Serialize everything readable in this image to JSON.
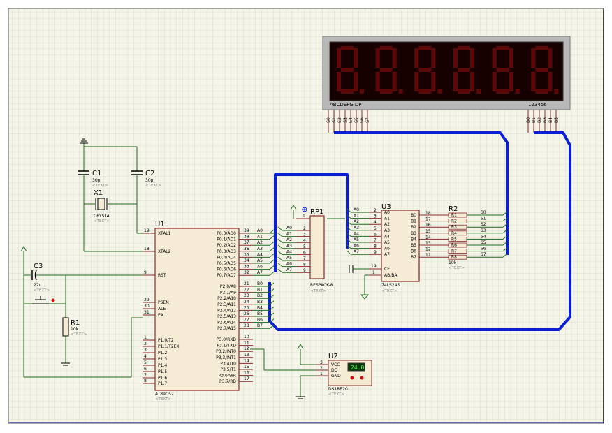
{
  "display": {
    "segment_labels": "ABCDEFG  DP",
    "digit_labels": "123456",
    "digit_glyph": "8.",
    "digit_count": 6,
    "seg_pins": [
      "S0",
      "S1",
      "S2",
      "S3",
      "S4",
      "S5",
      "S6",
      "S7"
    ],
    "digit_pins": [
      "B0",
      "B1",
      "B2",
      "B3",
      "B4",
      "B5"
    ]
  },
  "mcu": {
    "ref": "U1",
    "part": "AT89C52",
    "text": "<TEXT>",
    "left_pins": [
      {
        "num": "19",
        "name": "XTAL1"
      },
      {
        "num": "18",
        "name": "XTAL2"
      },
      {
        "num": "9",
        "name": "RST"
      },
      {
        "num": "29",
        "name": "PSEN"
      },
      {
        "num": "30",
        "name": "ALE"
      },
      {
        "num": "31",
        "name": "EA"
      },
      {
        "num": "1",
        "name": "P1.0/T2"
      },
      {
        "num": "2",
        "name": "P1.1/T2EX"
      },
      {
        "num": "3",
        "name": "P1.2"
      },
      {
        "num": "4",
        "name": "P1.3"
      },
      {
        "num": "5",
        "name": "P1.4"
      },
      {
        "num": "6",
        "name": "P1.5"
      },
      {
        "num": "7",
        "name": "P1.6"
      },
      {
        "num": "8",
        "name": "P1.7"
      }
    ],
    "p0_pins": [
      {
        "num": "39",
        "name": "P0.0/AD0",
        "net": "A0"
      },
      {
        "num": "38",
        "name": "P0.1/AD1",
        "net": "A1"
      },
      {
        "num": "37",
        "name": "P0.2/AD2",
        "net": "A2"
      },
      {
        "num": "36",
        "name": "P0.3/AD3",
        "net": "A3"
      },
      {
        "num": "35",
        "name": "P0.4/AD4",
        "net": "A4"
      },
      {
        "num": "34",
        "name": "P0.5/AD5",
        "net": "A5"
      },
      {
        "num": "33",
        "name": "P0.6/AD6",
        "net": "A6"
      },
      {
        "num": "32",
        "name": "P0.7/AD7",
        "net": "A7"
      }
    ],
    "p2_pins": [
      {
        "num": "21",
        "name": "P2.0/A8",
        "net": "B0"
      },
      {
        "num": "22",
        "name": "P2.1/A9",
        "net": "B1"
      },
      {
        "num": "23",
        "name": "P2.2/A10",
        "net": "B2"
      },
      {
        "num": "24",
        "name": "P2.3/A11",
        "net": "B3"
      },
      {
        "num": "25",
        "name": "P2.4/A12",
        "net": "B4"
      },
      {
        "num": "26",
        "name": "P2.5/A13",
        "net": "B5"
      },
      {
        "num": "27",
        "name": "P2.6/A14",
        "net": "B6"
      },
      {
        "num": "28",
        "name": "P2.7/A15",
        "net": "B7"
      }
    ],
    "p3_pins": [
      {
        "num": "10",
        "name": "P3.0/RXD"
      },
      {
        "num": "11",
        "name": "P3.1/TXD"
      },
      {
        "num": "12",
        "name": "P3.2/INT0"
      },
      {
        "num": "13",
        "name": "P3.3/INT1"
      },
      {
        "num": "14",
        "name": "P3.4/T0"
      },
      {
        "num": "15",
        "name": "P3.5/T1"
      },
      {
        "num": "16",
        "name": "P3.6/WR"
      },
      {
        "num": "17",
        "name": "P3.7/RD"
      }
    ]
  },
  "rp1": {
    "ref": "RP1",
    "part": "RESPACK-8",
    "text": "<TEXT>",
    "pin1": "1",
    "pins": [
      {
        "num": "2",
        "net": "A0"
      },
      {
        "num": "3",
        "net": "A1"
      },
      {
        "num": "4",
        "net": "A2"
      },
      {
        "num": "5",
        "net": "A3"
      },
      {
        "num": "6",
        "net": "A4"
      },
      {
        "num": "7",
        "net": "A5"
      },
      {
        "num": "8",
        "net": "A6"
      },
      {
        "num": "9",
        "net": "A7"
      }
    ]
  },
  "u3": {
    "ref": "U3",
    "part": "74LS245",
    "text": "<TEXT>",
    "a_pins": [
      {
        "num": "2",
        "name": "A0",
        "net": "A0"
      },
      {
        "num": "3",
        "name": "A1",
        "net": "A1"
      },
      {
        "num": "4",
        "name": "A2",
        "net": "A2"
      },
      {
        "num": "5",
        "name": "A3",
        "net": "A3"
      },
      {
        "num": "6",
        "name": "A4",
        "net": "A4"
      },
      {
        "num": "7",
        "name": "A5",
        "net": "A5"
      },
      {
        "num": "8",
        "name": "A6",
        "net": "A6"
      },
      {
        "num": "9",
        "name": "A7",
        "net": "A7"
      }
    ],
    "b_pins": [
      {
        "num": "18",
        "name": "B0"
      },
      {
        "num": "17",
        "name": "B1"
      },
      {
        "num": "16",
        "name": "B2"
      },
      {
        "num": "15",
        "name": "B3"
      },
      {
        "num": "14",
        "name": "B4"
      },
      {
        "num": "13",
        "name": "B5"
      },
      {
        "num": "12",
        "name": "B6"
      },
      {
        "num": "11",
        "name": "B7"
      }
    ],
    "ce_num": "19",
    "ce_name": "CE",
    "ab_num": "1",
    "ab_name": "AB/BA"
  },
  "r2": {
    "ref": "R2",
    "value": "10k",
    "text": "<TEXT>",
    "resistors": [
      "R1",
      "R2",
      "R3",
      "R4",
      "R5",
      "R6",
      "R7",
      "R8"
    ],
    "nets": [
      "S0",
      "S1",
      "S2",
      "S3",
      "S4",
      "S5",
      "S6",
      "S7"
    ]
  },
  "c1": {
    "ref": "C1",
    "value": "30p",
    "text": "<TEXT>"
  },
  "c2": {
    "ref": "C2",
    "value": "30p",
    "text": "<TEXT>"
  },
  "x1": {
    "ref": "X1",
    "value": "CRYSTAL",
    "text": "<TEXT>"
  },
  "c3": {
    "ref": "C3",
    "value": "22u",
    "text": "<TEXT>"
  },
  "r1": {
    "ref": "R1",
    "value": "10k",
    "text": "<TEXT>"
  },
  "u2": {
    "ref": "U2",
    "part": "DS18B20",
    "text": "<TEXT>",
    "reading": "24.0",
    "pins": [
      {
        "num": "3",
        "name": "VCC"
      },
      {
        "num": "2",
        "name": "DQ"
      },
      {
        "num": "1",
        "name": "GND"
      }
    ]
  }
}
